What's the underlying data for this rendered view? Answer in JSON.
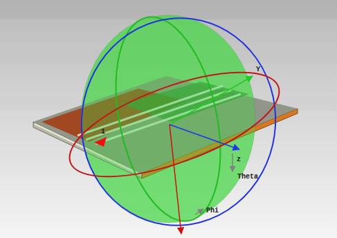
{
  "diagram": {
    "labels": [
      "Y",
      "z",
      "Theta",
      "Phi",
      "1"
    ]
  }
}
